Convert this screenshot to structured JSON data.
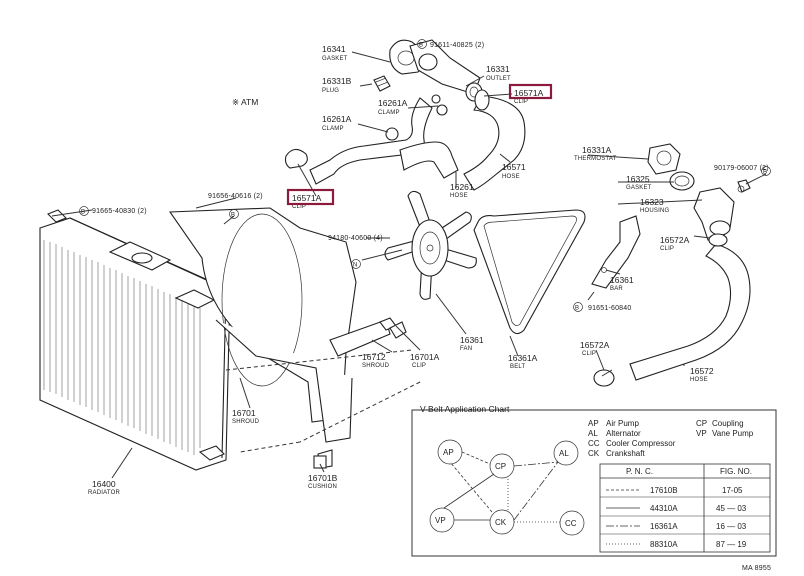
{
  "header_note": "※ ATM",
  "callouts": [
    {
      "id": "16341",
      "name": "GASKET"
    },
    {
      "id": "16331",
      "name": "OUTLET"
    },
    {
      "id": "16331B",
      "name": "PLUG"
    },
    {
      "id": "16261A",
      "name": "CLAMP"
    },
    {
      "id": "16261A_b",
      "name": "CLAMP",
      "num": "16261A"
    },
    {
      "id": "16571A_top",
      "num": "16571A",
      "name": "CLIP"
    },
    {
      "id": "16571",
      "name": "HOSE"
    },
    {
      "id": "16261",
      "name": "HOSE"
    },
    {
      "id": "16571A_left",
      "num": "16571A",
      "name": "CLIP"
    },
    {
      "id": "16331A",
      "name": "THERMOSTAT"
    },
    {
      "id": "16325",
      "name": "GASKET"
    },
    {
      "id": "16323",
      "name": "HOUSING"
    },
    {
      "id": "16572A",
      "name": "CLIP"
    },
    {
      "id": "16361",
      "name": "BAR"
    },
    {
      "id": "16361_fan",
      "num": "16361",
      "name": "FAN"
    },
    {
      "id": "16361A",
      "name": "BELT"
    },
    {
      "id": "16572A_b",
      "num": "16572A",
      "name": "CLIP"
    },
    {
      "id": "16572",
      "name": "HOSE"
    },
    {
      "id": "16712",
      "name": "SHROUD"
    },
    {
      "id": "16701A",
      "name": "CLIP"
    },
    {
      "id": "16701",
      "name": "SHROUD"
    },
    {
      "id": "16701B",
      "name": "CUSHION"
    },
    {
      "id": "16400",
      "name": "RADIATOR"
    }
  ],
  "bolts": {
    "b1": "91611-40825 (2)",
    "b2": "90179-06007 (2)",
    "b3": "91656-40616 (2)",
    "b4": "91665-40830 (2)",
    "b5": "94180-40600 (4)",
    "b6": "91651-60840"
  },
  "bolt_markers": {
    "B": "B",
    "N": "N"
  },
  "vbelt": {
    "title": "V-Belt Application Chart",
    "legend": [
      {
        "code": "AP",
        "desc": "Air Pump"
      },
      {
        "code": "AL",
        "desc": "Alternator"
      },
      {
        "code": "CC",
        "desc": "Cooler Compressor"
      },
      {
        "code": "CK",
        "desc": "Crankshaft"
      },
      {
        "code": "CP",
        "desc": "Coupling"
      },
      {
        "code": "VP",
        "desc": "Vane Pump"
      }
    ],
    "pulleys": [
      "AP",
      "CP",
      "AL",
      "VP",
      "CK",
      "CC"
    ],
    "table_headers": [
      "P. N. C.",
      "FIG. NO."
    ],
    "rows": [
      {
        "pnc": "17610B",
        "fig": "17-05"
      },
      {
        "pnc": "44310A",
        "fig": "45 — 03"
      },
      {
        "pnc": "16361A",
        "fig": "16 — 03"
      },
      {
        "pnc": "88310A",
        "fig": "87 — 19"
      }
    ]
  },
  "footer_code": "MA 8955"
}
